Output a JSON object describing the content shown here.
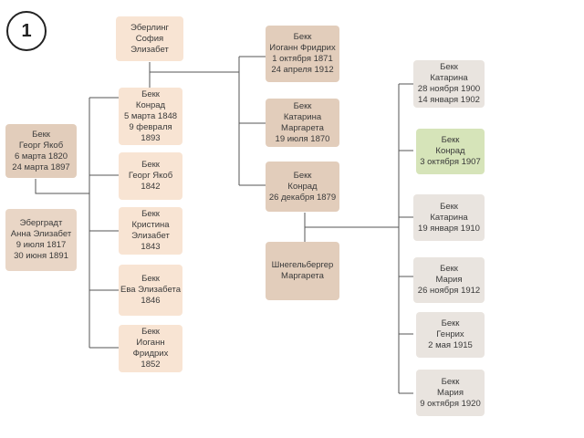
{
  "badge": {
    "number": "1"
  },
  "colors": {
    "light_peach": "#f8e4d3",
    "mid_peach": "#e9d6c6",
    "dark_peach": "#e2cdbb",
    "grey": "#e9e4df",
    "green": "#d6e4b9",
    "line": "#555555"
  },
  "nodes": {
    "georg_jakob_1820": {
      "lines": [
        "Бекк",
        "Георг Якоб",
        "6 марта 1820",
        "24 марта 1897"
      ]
    },
    "anna_elisabeth": {
      "lines": [
        "Эберградт",
        "Анна Элизабет",
        "9 июля 1817",
        "30 июня 1891"
      ]
    },
    "sofia_elisabeth": {
      "lines": [
        "Эберлинг",
        "София",
        "Элизабет"
      ]
    },
    "konrad_1848": {
      "lines": [
        "Бекк",
        "Конрад",
        "5 марта 1848",
        "9 февраля",
        "1893"
      ]
    },
    "georg_jakob_1842": {
      "lines": [
        "Бекк",
        "Георг Якоб",
        "1842"
      ]
    },
    "kristina_elisabeth": {
      "lines": [
        "Бекк",
        "Кристина",
        "Элизабет",
        "1843"
      ]
    },
    "eva_elisabeth": {
      "lines": [
        "Бекк",
        "Ева Элизабета",
        "1846"
      ]
    },
    "johann_friedrich_1852": {
      "lines": [
        "Бекк",
        "Иоганн",
        "Фридрих",
        "1852"
      ]
    },
    "johann_friedrich_1871": {
      "lines": [
        "Бекк",
        "Иоганн Фридрих",
        "1 октября 1871",
        "24 апреля 1912"
      ]
    },
    "katharina_margaretha": {
      "lines": [
        "Бекк",
        "Катарина",
        "Маргарета",
        "19 июля 1870"
      ]
    },
    "konrad_1879": {
      "lines": [
        "Бекк",
        "Конрад",
        "26 декабря 1879"
      ]
    },
    "margaretha_schnegelberger": {
      "lines": [
        "Шнегельбергер",
        "Маргарета"
      ]
    },
    "katharina_1900": {
      "lines": [
        "Бекк",
        "Катарина",
        "28 ноября 1900",
        "14 января 1902"
      ]
    },
    "konrad_1907": {
      "lines": [
        "Бекк",
        "Конрад",
        "3 октября 1907"
      ]
    },
    "katharina_1910": {
      "lines": [
        "Бекк",
        "Катарина",
        "19 января 1910"
      ]
    },
    "maria_1912": {
      "lines": [
        "Бекк",
        "Мария",
        "26 ноября 1912"
      ]
    },
    "heinrich_1915": {
      "lines": [
        "Бекк",
        "Генрих",
        "2 мая 1915"
      ]
    },
    "maria_1920": {
      "lines": [
        "Бекк",
        "Мария",
        "9 октября 1920"
      ]
    }
  }
}
